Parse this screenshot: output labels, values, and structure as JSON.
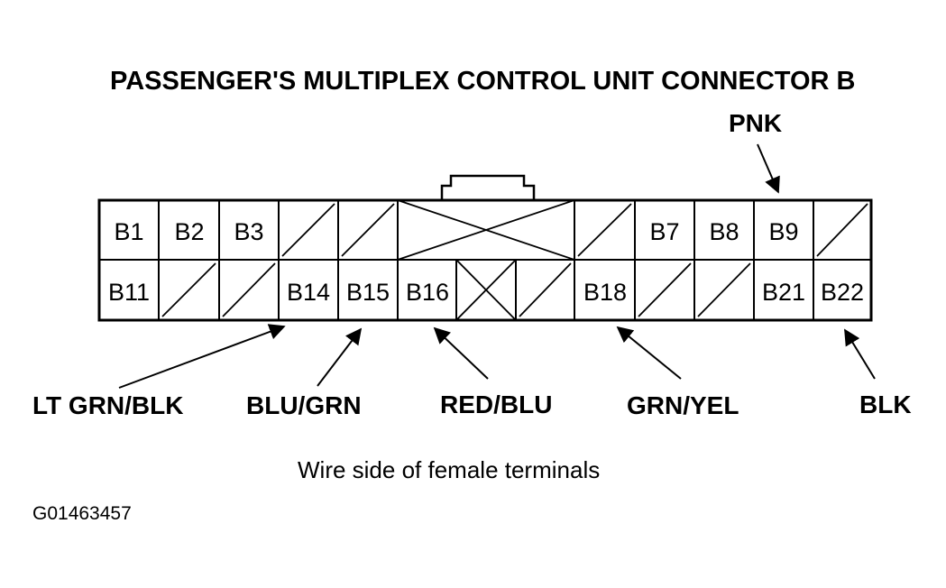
{
  "title": "PASSENGER'S MULTIPLEX CONTROL UNIT CONNECTOR B",
  "caption": "Wire side of female terminals",
  "figure_code": "G01463457",
  "connector": {
    "top_row": [
      "B1",
      "B2",
      "B3",
      "",
      "",
      "",
      "",
      "",
      "B7",
      "B8",
      "B9",
      ""
    ],
    "bottom_row": [
      "B11",
      "",
      "",
      "B14",
      "B15",
      "B16",
      "",
      "",
      "B18",
      "",
      "",
      "B21",
      "B22"
    ]
  },
  "wire_labels": {
    "pnk": "PNK",
    "lt_grn_blk": "LT GRN/BLK",
    "blu_grn": "BLU/GRN",
    "red_blu": "RED/BLU",
    "grn_yel": "GRN/YEL",
    "blk": "BLK"
  }
}
